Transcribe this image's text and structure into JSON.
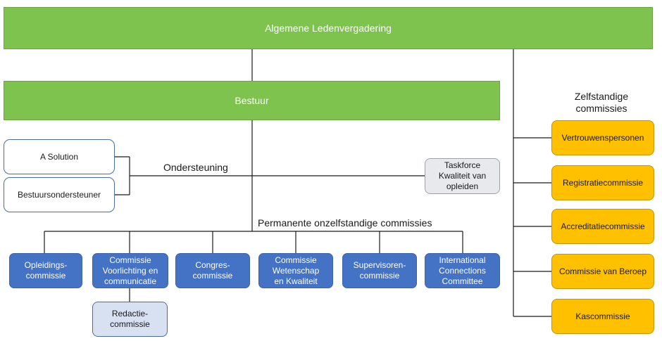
{
  "colors": {
    "governance": "#7dc34e",
    "permanent": "#4472c4",
    "sub_permanent": "#d7e1f2",
    "independent": "#ffc000",
    "taskforce": "#e7e9ec",
    "support": "#ffffff",
    "line": "#1a1a1a"
  },
  "general_assembly": "Algemene Ledenvergadering",
  "board": "Bestuur",
  "support": {
    "label": "Ondersteuning",
    "items": [
      "A Solution",
      "Bestuursondersteuner"
    ]
  },
  "taskforce": "Taskforce Kwaliteit van opleiden",
  "permanent": {
    "label": "Permanente onzelfstandige commissies",
    "items": [
      "Opleidings-commissie",
      "Commissie Voorlichting en communicatie",
      "Congres-commissie",
      "Commissie Wetenschap en Kwaliteit",
      "Supervisoren-commissie",
      "International Connections Committee"
    ],
    "sub": "Redactie-commissie"
  },
  "independent": {
    "label": "Zelfstandige commissies",
    "items": [
      "Vertrouwenspersonen",
      "Registratiecommissie",
      "Accreditatiecommissie",
      "Commissie van Beroep",
      "Kascommissie"
    ]
  }
}
